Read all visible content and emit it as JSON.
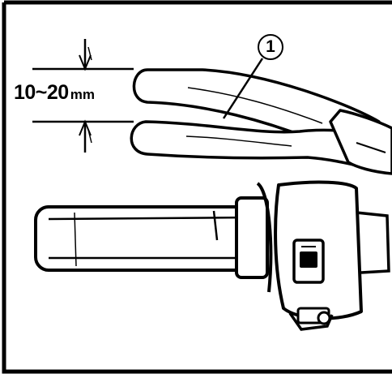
{
  "figure": {
    "dimension": {
      "value": "10~20",
      "unit": "mm"
    },
    "callout": {
      "number": "1"
    }
  }
}
